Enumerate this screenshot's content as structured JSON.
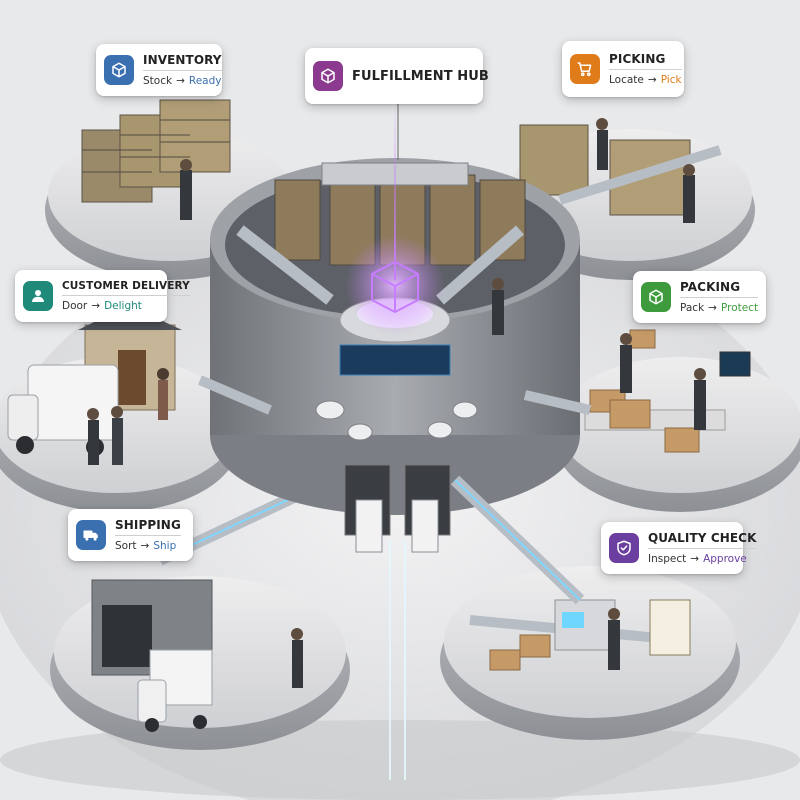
{
  "hub": {
    "title": "FULFILLMENT HUB",
    "icon": "cube-icon",
    "color": "#8b3a8f"
  },
  "stations": {
    "inventory": {
      "title": "INVENTORY",
      "from": "Stock",
      "to": "Ready",
      "icon": "box-icon",
      "color": "#3a6fb0"
    },
    "picking": {
      "title": "PICKING",
      "from": "Locate",
      "to": "Pick",
      "icon": "cart-icon",
      "color": "#e07b1a"
    },
    "delivery": {
      "title": "CUSTOMER DELIVERY",
      "from": "Door",
      "to": "Delight",
      "icon": "person-icon",
      "color": "#1f8a7a"
    },
    "packing": {
      "title": "PACKING",
      "from": "Pack",
      "to": "Protect",
      "icon": "package-icon",
      "color": "#3d9b3d"
    },
    "shipping": {
      "title": "SHIPPING",
      "from": "Sort",
      "to": "Ship",
      "icon": "truck-icon",
      "color": "#3a6fb0"
    },
    "quality": {
      "title": "QUALITY CHECK",
      "from": "Inspect",
      "to": "Approve",
      "icon": "shield-check-icon",
      "color": "#6b3fa0"
    }
  },
  "arrow_glyph": "→"
}
